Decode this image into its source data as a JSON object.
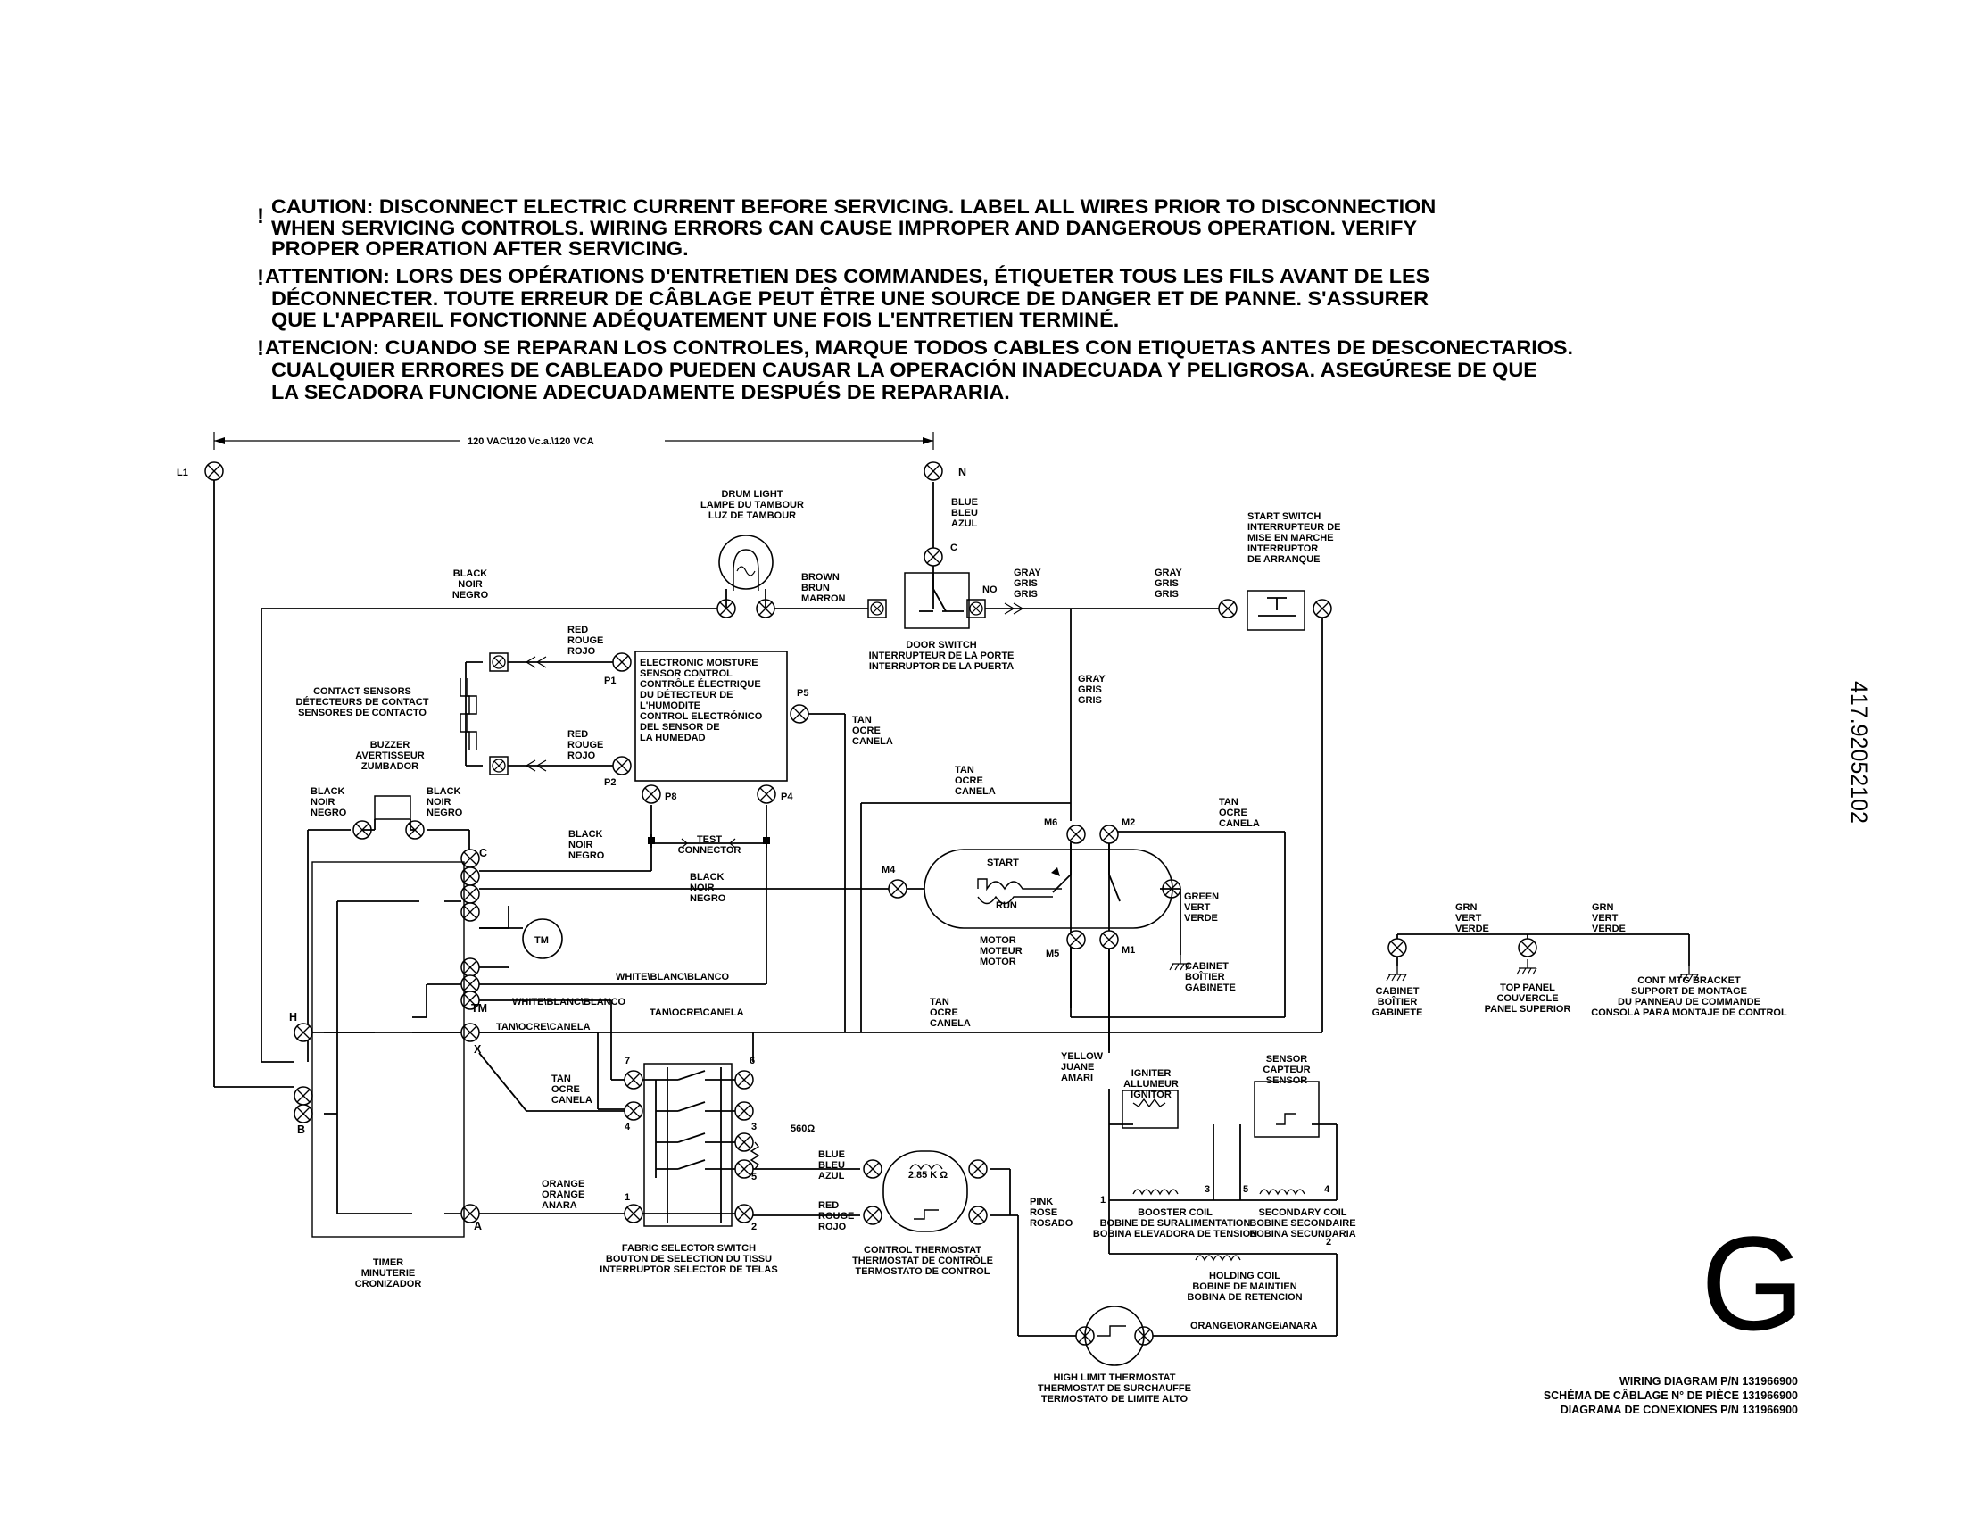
{
  "cautions": {
    "english": [
      "CAUTION: DISCONNECT ELECTRIC CURRENT BEFORE SERVICING. LABEL ALL WIRES PRIOR TO DISCONNECTION",
      "WHEN SERVICING CONTROLS. WIRING ERRORS CAN CAUSE IMPROPER AND DANGEROUS OPERATION. VERIFY",
      "PROPER OPERATION AFTER SERVICING."
    ],
    "french": [
      "ATTENTION: LORS DES OPÉRATIONS D'ENTRETIEN DES COMMANDES, ÉTIQUETER TOUS LES FILS AVANT DE LES",
      "DÉCONNECTER. TOUTE ERREUR DE CÂBLAGE PEUT ÊTRE UNE SOURCE DE DANGER ET DE PANNE. S'ASSURER",
      "QUE L'APPAREIL FONCTIONNE ADÉQUATEMENT UNE FOIS L'ENTRETIEN TERMINÉ."
    ],
    "spanish": [
      "ATENCION: CUANDO SE REPARAN LOS CONTROLES, MARQUE TODOS CABLES CON ETIQUETAS ANTES DE DESCONECTARIOS.",
      "CUALQUIER ERRORES DE CABLEADO PUEDEN CAUSAR LA OPERACIÓN INADECUADA Y PELIGROSA. ASEGÚRESE DE QUE",
      "LA SECADORA FUNCIONE ADECUADAMENTE DESPUÉS DE REPARARIA."
    ],
    "mark": "!"
  },
  "supply": {
    "voltage": "120 VAC\\120 Vc.a.\\120 VCA",
    "l1": "L1",
    "n": "N"
  },
  "labels": {
    "drum_light": [
      "DRUM LIGHT",
      "LAMPE DU TAMBOUR",
      "LUZ DE TAMBOUR"
    ],
    "blue_n": [
      "BLUE",
      "BLEU",
      "AZUL"
    ],
    "c_top": "C",
    "no": "NO",
    "black_top": [
      "BLACK",
      "NOIR",
      "NEGRO"
    ],
    "brown": [
      "BROWN",
      "BRUN",
      "MARRON"
    ],
    "gray1": [
      "GRAY",
      "GRIS",
      "GRIS"
    ],
    "gray2": [
      "GRAY",
      "GRIS",
      "GRIS"
    ],
    "gray3": [
      "GRAY",
      "GRIS",
      "GRIS"
    ],
    "start_switch": [
      "START SWITCH",
      "INTERRUPTEUR DE",
      "MISE EN MARCHE",
      "INTERRUPTOR",
      "DE ARRANQUE"
    ],
    "door_switch": [
      "DOOR SWITCH",
      "INTERRUPTEUR DE LA PORTE",
      "INTERRUPTOR DE LA PUERTA"
    ],
    "red_p1": [
      "RED",
      "ROUGE",
      "ROJO"
    ],
    "red_p2": [
      "RED",
      "ROUGE",
      "ROJO"
    ],
    "contact_sensors": [
      "CONTACT SENSORS",
      "DÉTECTEURS DE CONTACT",
      "SENSORES DE CONTACTO"
    ],
    "emsc": [
      "ELECTRONIC MOISTURE",
      "SENSOR CONTROL",
      "CONTRÔLE ÉLECTRIQUE",
      "DU DÉTECTEUR DE",
      "L'HUMODITE",
      "CONTROL ELECTRÓNICO",
      "DEL SENSOR DE",
      "LA HUMEDAD"
    ],
    "p1": "P1",
    "p2": "P2",
    "p5": "P5",
    "p8": "P8",
    "p4": "P4",
    "tan_p5": [
      "TAN",
      "OCRE",
      "CANELA"
    ],
    "buzzer": [
      "BUZZER",
      "AVERTISSEUR",
      "ZUMBADOR"
    ],
    "black_bz_l": [
      "BLACK",
      "NOIR",
      "NEGRO"
    ],
    "black_bz_r": [
      "BLACK",
      "NOIR",
      "NEGRO"
    ],
    "black_test": [
      "BLACK",
      "NOIR",
      "NEGRO"
    ],
    "test_connector": [
      "TEST",
      "CONNECTOR"
    ],
    "black_m4": [
      "BLACK",
      "NOIR",
      "NEGRO"
    ],
    "tan_motor_top": [
      "TAN",
      "OCRE",
      "CANELA"
    ],
    "tan_m2": [
      "TAN",
      "OCRE",
      "CANELA"
    ],
    "m6": "M6",
    "m2": "M2",
    "m4": "M4",
    "m5": "M5",
    "m1": "M1",
    "start": "START",
    "run": "RUN",
    "motor": [
      "MOTOR",
      "MOTEUR",
      "MOTOR"
    ],
    "green": [
      "GREEN",
      "VERT",
      "VERDE"
    ],
    "cabinet_motor": [
      "CABINET",
      "BOÎTIER",
      "GABINETE"
    ],
    "grn1": [
      "GRN",
      "VERT",
      "VERDE"
    ],
    "grn2": [
      "GRN",
      "VERT",
      "VERDE"
    ],
    "cabinet_gnd": [
      "CABINET",
      "BOÎTIER",
      "GABINETE"
    ],
    "top_panel": [
      "TOP PANEL",
      "COUVERCLE",
      "PANEL SUPERIOR"
    ],
    "cont_mtg": [
      "CONT MTG BRACKET",
      "SUPPORT DE MONTAGE",
      "DU PANNEAU DE COMMANDE",
      "CONSOLA PARA MONTAJE DE CONTROL"
    ],
    "c_timer": "C",
    "tm_label": "TM",
    "tm_motor": "TM",
    "white1": "WHITE\\BLANC\\BLANCO",
    "white2": "WHITE\\BLANC\\BLANCO",
    "tan_h": "TAN\\OCRE\\CANELA",
    "tan_sel": "TAN\\OCRE\\CANELA",
    "tan_main": [
      "TAN",
      "OCRE",
      "CANELA"
    ],
    "tan_x": [
      "TAN",
      "OCRE",
      "CANELA"
    ],
    "h": "H",
    "x": "X",
    "b": "B",
    "a": "A",
    "orange_a": [
      "ORANGE",
      "ORANGE",
      "ANARA"
    ],
    "timer": [
      "TIMER",
      "MINUTERIE",
      "CRONIZADOR"
    ],
    "fabric": [
      "FABRIC SELECTOR SWITCH",
      "BOUTON DE SELECTION DU TISSU",
      "INTERRUPTOR SELECTOR DE TELAS"
    ],
    "sel_terms": [
      "7",
      "6",
      "3",
      "4",
      "5",
      "1",
      "2"
    ],
    "resistor": "560Ω",
    "blue_th": [
      "BLUE",
      "BLEU",
      "AZUL"
    ],
    "red_th": [
      "RED",
      "ROUGE",
      "ROJO"
    ],
    "thermistor": "2.85 K Ω",
    "ctrl_thermo": [
      "CONTROL THERMOSTAT",
      "THERMOSTAT DE CONTRÔLE",
      "TERMOSTATO DE CONTROL"
    ],
    "pink": [
      "PINK",
      "ROSE",
      "ROSADO"
    ],
    "yellow": [
      "YELLOW",
      "JUANE",
      "AMARI"
    ],
    "igniter": [
      "IGNITER",
      "ALLUMEUR",
      "IGNITOR"
    ],
    "sensor": [
      "SENSOR",
      "CAPTEUR",
      "SENSOR"
    ],
    "booster": [
      "BOOSTER COIL",
      "BOBINE DE SURALIMENTATION",
      "BOBINA ELEVADORA DE TENSION"
    ],
    "secondary": [
      "SECONDARY COIL",
      "BOBINE SECONDAIRE",
      "BOBINA SECUNDARIA"
    ],
    "holding": [
      "HOLDING COIL",
      "BOBINE DE MAINTIEN",
      "BOBINA DE RETENCION"
    ],
    "coil_terms": [
      "1",
      "3",
      "5",
      "4",
      "2"
    ],
    "orange_hl": "ORANGE\\ORANGE\\ANARA",
    "high_limit": [
      "HIGH LIMIT THERMOSTAT",
      "THERMOSTAT DE SURCHAUFFE",
      "TERMOSTATO DE LIMITE ALTO"
    ]
  },
  "wiring_diagram": [
    "WIRING DIAGRAM P/N 131966900",
    "SCHÉMA DE CÂBLAGE N° DE PIÈCE 131966900",
    "DIAGRAMA DE CONEXIONES P/N 131966900"
  ],
  "doc_number": "417.92052102",
  "revision": "G"
}
